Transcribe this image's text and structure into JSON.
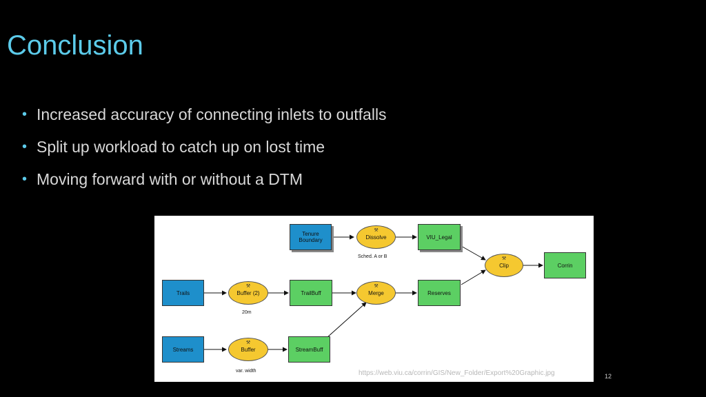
{
  "slide": {
    "title": "Conclusion",
    "bullets": [
      "Increased accuracy of connecting inlets to outfalls",
      "Split up workload to catch up on lost time",
      "Moving forward with or without a DTM"
    ],
    "source": "https://web.viu.ca/corrin/GIS/New_Folder/Export%20Graphic.jpg",
    "page_number": "12"
  },
  "diagram": {
    "nodes": {
      "tenure": "Tenure Boundary",
      "dissolve": "Dissolve",
      "viu_legal": "VIU_Legal",
      "clip": "Clip",
      "corrin": "Corrin",
      "trails": "Trails",
      "buffer2": "Buffer (2)",
      "trailbuff": "TrailBuff",
      "merge": "Merge",
      "reserves": "Reserves",
      "streams": "Streams",
      "buffer": "Buffer",
      "streambuff": "StreamBuff"
    },
    "captions": {
      "dissolve": "Sched. A or B",
      "buffer2": "20m",
      "buffer": "var. width"
    },
    "colors": {
      "input": "#1e8fcb",
      "output": "#5ccf63",
      "tool": "#f5c830"
    }
  }
}
